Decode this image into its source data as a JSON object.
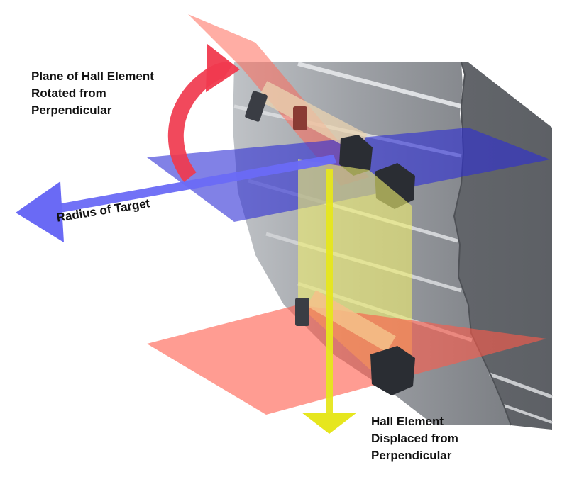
{
  "labels": {
    "rotated": [
      "Plane of Hall Element",
      "Rotated from",
      "Perpendicular"
    ],
    "displaced": [
      "Hall Element",
      "Displaced from",
      "Perpendicular"
    ],
    "radius": "Radius of Target"
  },
  "colors": {
    "blue_plane": "#3a3ad8",
    "red_plane": "#ff6a5a",
    "red_arrow": "#f03a4e",
    "blue_arrow": "#6a6af5",
    "yellow_arrow": "#e6e61e",
    "yellow_beam": "#e8e84a",
    "target_gray": "#8a8d92",
    "sensor_dark": "#2a2d33"
  }
}
